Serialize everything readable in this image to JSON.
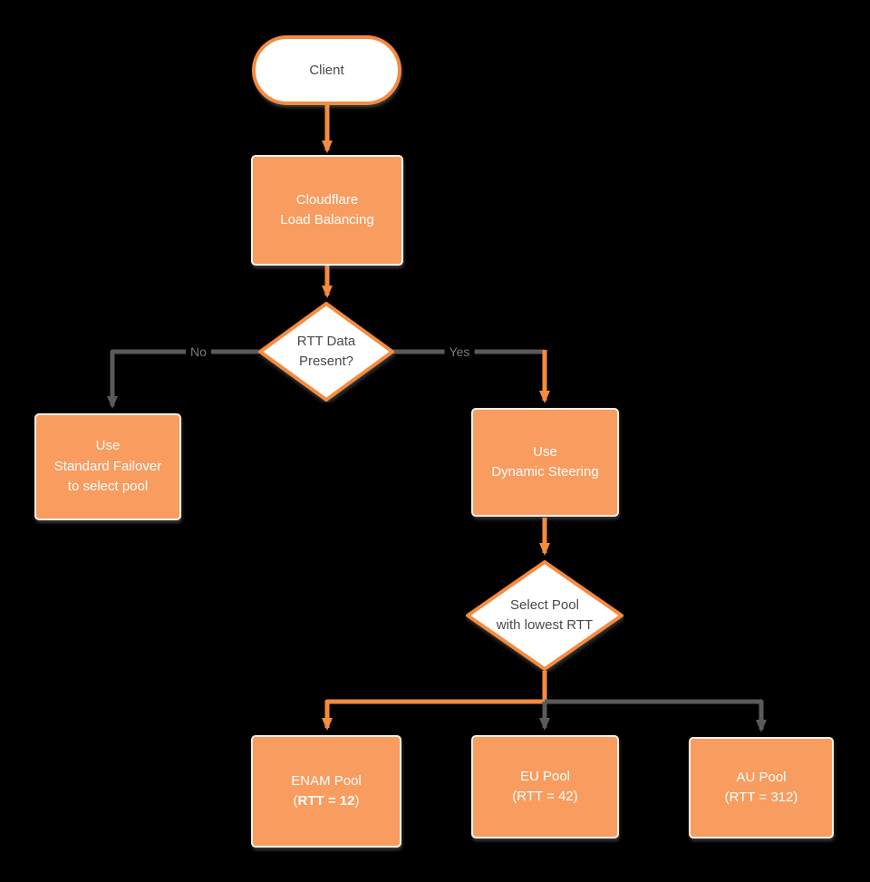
{
  "diagram": {
    "nodes": {
      "client": {
        "label": "Client"
      },
      "load_balancing": {
        "lines": [
          "Cloudflare",
          "Load Balancing"
        ]
      },
      "rtt_decision": {
        "lines": [
          "RTT Data",
          "Present?"
        ]
      },
      "standard_failover": {
        "lines": [
          "Use",
          "Standard Failover",
          "to select pool"
        ]
      },
      "dynamic_steering": {
        "lines": [
          "Use",
          "Dynamic Steering"
        ]
      },
      "select_pool": {
        "lines": [
          "Select Pool",
          "with lowest RTT"
        ]
      },
      "enam_pool": {
        "line1": "ENAM Pool",
        "paren_open": "(",
        "rtt_bold": "RTT = 12",
        "paren_close": ")"
      },
      "eu_pool": {
        "lines": [
          "EU Pool",
          "(RTT = 42)"
        ]
      },
      "au_pool": {
        "lines": [
          "AU Pool",
          "(RTT = 312)"
        ]
      }
    },
    "edge_labels": {
      "no": "No",
      "yes": "Yes"
    },
    "colors": {
      "node_fill": "#f89c5f",
      "shape_stroke": "#f68a3e",
      "line_orange": "#f68a3e",
      "line_gray": "#5a5a5a",
      "text_light": "#ffffff",
      "text_dark": "#4a4a4a",
      "background": "#000000"
    }
  }
}
